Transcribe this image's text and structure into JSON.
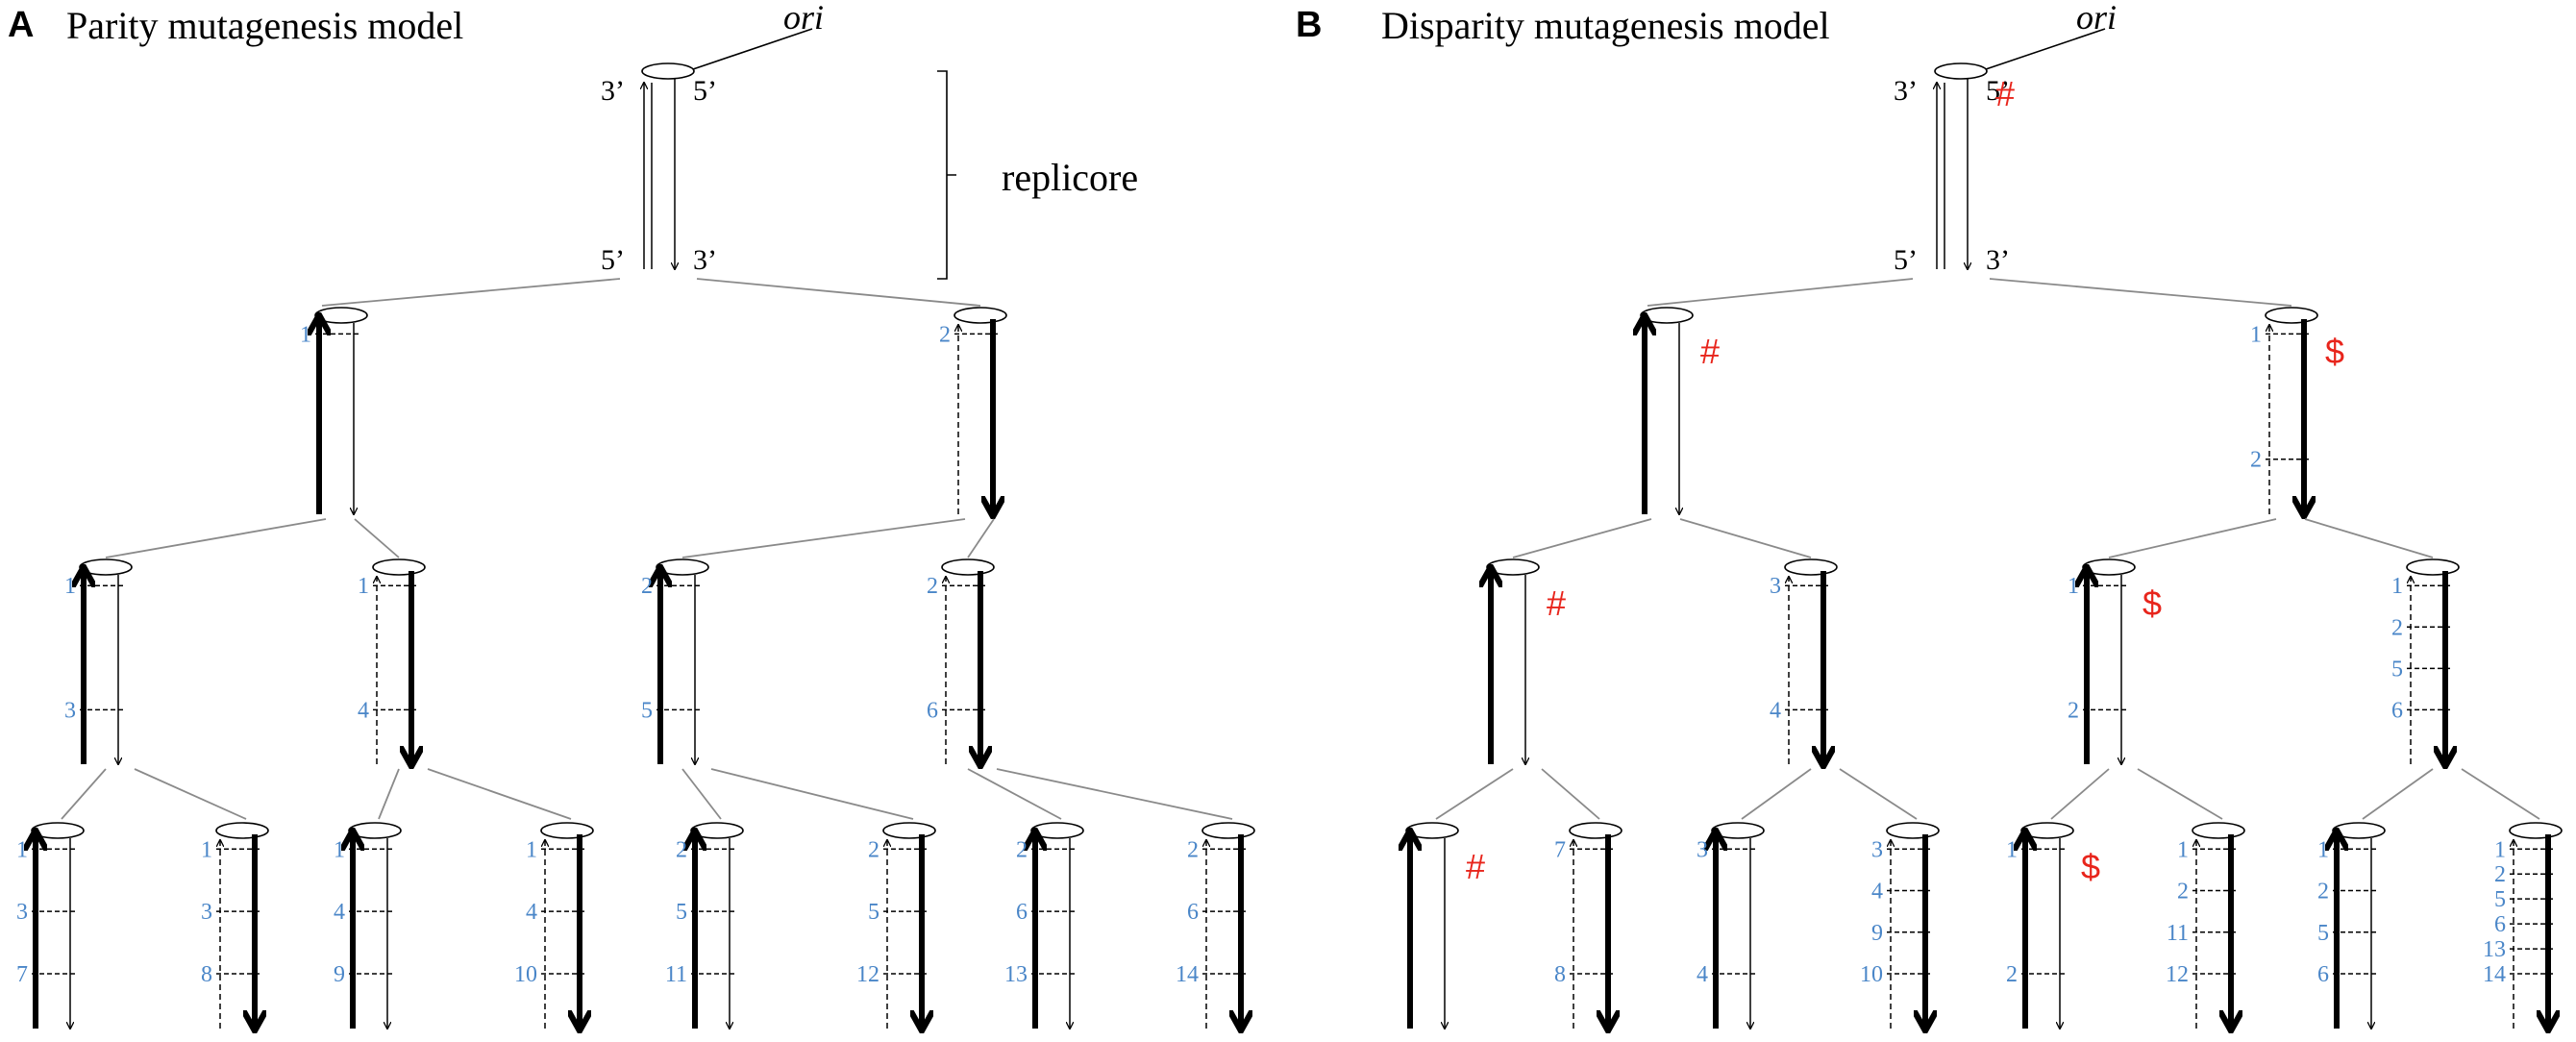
{
  "panels": [
    {
      "letter": "A",
      "title": "Parity mutagenesis model",
      "ori_label": "ori",
      "top_labels": {
        "tl": "3’",
        "tr": "5’",
        "bl": "5’",
        "br": "3’"
      },
      "replicore_label": "replicore",
      "root_marks": [],
      "level1": [
        {
          "lead": "left",
          "labels": [
            "1"
          ],
          "marks": []
        },
        {
          "lead": "right",
          "labels": [
            "2"
          ],
          "marks": []
        }
      ],
      "level2": [
        {
          "lead": "left",
          "labels": [
            "1",
            "3"
          ],
          "marks": []
        },
        {
          "lead": "right",
          "labels": [
            "1",
            "4"
          ],
          "marks": []
        },
        {
          "lead": "left",
          "labels": [
            "2",
            "5"
          ],
          "marks": []
        },
        {
          "lead": "right",
          "labels": [
            "2",
            "6"
          ],
          "marks": []
        }
      ],
      "level3": [
        {
          "lead": "left",
          "labels": [
            "1",
            "3",
            "7"
          ],
          "marks": []
        },
        {
          "lead": "right",
          "labels": [
            "1",
            "3",
            "8"
          ],
          "marks": []
        },
        {
          "lead": "left",
          "labels": [
            "1",
            "4",
            "9"
          ],
          "marks": []
        },
        {
          "lead": "right",
          "labels": [
            "1",
            "4",
            "10"
          ],
          "marks": []
        },
        {
          "lead": "left",
          "labels": [
            "2",
            "5",
            "11"
          ],
          "marks": []
        },
        {
          "lead": "right",
          "labels": [
            "2",
            "5",
            "12"
          ],
          "marks": []
        },
        {
          "lead": "left",
          "labels": [
            "2",
            "6",
            "13"
          ],
          "marks": []
        },
        {
          "lead": "right",
          "labels": [
            "2",
            "6",
            "14"
          ],
          "marks": []
        }
      ]
    },
    {
      "letter": "B",
      "title": "Disparity mutagenesis model",
      "ori_label": "ori",
      "top_labels": {
        "tl": "3’",
        "tr": "5’",
        "bl": "5’",
        "br": "3’"
      },
      "replicore_label": "",
      "root_marks": [
        "#"
      ],
      "level1": [
        {
          "lead": "left",
          "labels": [],
          "marks": [
            "#"
          ]
        },
        {
          "lead": "right",
          "labels": [
            "1",
            "2"
          ],
          "marks": [
            "$"
          ]
        }
      ],
      "level2": [
        {
          "lead": "left",
          "labels": [],
          "marks": [
            "#"
          ]
        },
        {
          "lead": "right",
          "labels": [
            "3",
            "4"
          ],
          "marks": []
        },
        {
          "lead": "left",
          "labels": [
            "1",
            "2"
          ],
          "marks": [
            "$"
          ]
        },
        {
          "lead": "right",
          "labels": [
            "1",
            "2",
            "5",
            "6"
          ],
          "marks": []
        }
      ],
      "level3": [
        {
          "lead": "left",
          "labels": [],
          "marks": [
            "#"
          ]
        },
        {
          "lead": "right",
          "labels": [
            "7",
            "8"
          ],
          "marks": []
        },
        {
          "lead": "left",
          "labels": [
            "3",
            "4"
          ],
          "marks": []
        },
        {
          "lead": "right",
          "labels": [
            "3",
            "4",
            "9",
            "10"
          ],
          "marks": []
        },
        {
          "lead": "left",
          "labels": [
            "1",
            "2"
          ],
          "marks": [
            "$"
          ]
        },
        {
          "lead": "right",
          "labels": [
            "1",
            "2",
            "11",
            "12"
          ],
          "marks": []
        },
        {
          "lead": "left",
          "labels": [
            "1",
            "2",
            "5",
            "6"
          ],
          "marks": []
        },
        {
          "lead": "right",
          "labels": [
            "1",
            "2",
            "5",
            "6",
            "13",
            "14"
          ],
          "marks": []
        }
      ]
    }
  ],
  "colors": {
    "label": "#4a86c8",
    "mark": "#e8251c",
    "line": "#000000",
    "branch": "#8a8a8a"
  }
}
